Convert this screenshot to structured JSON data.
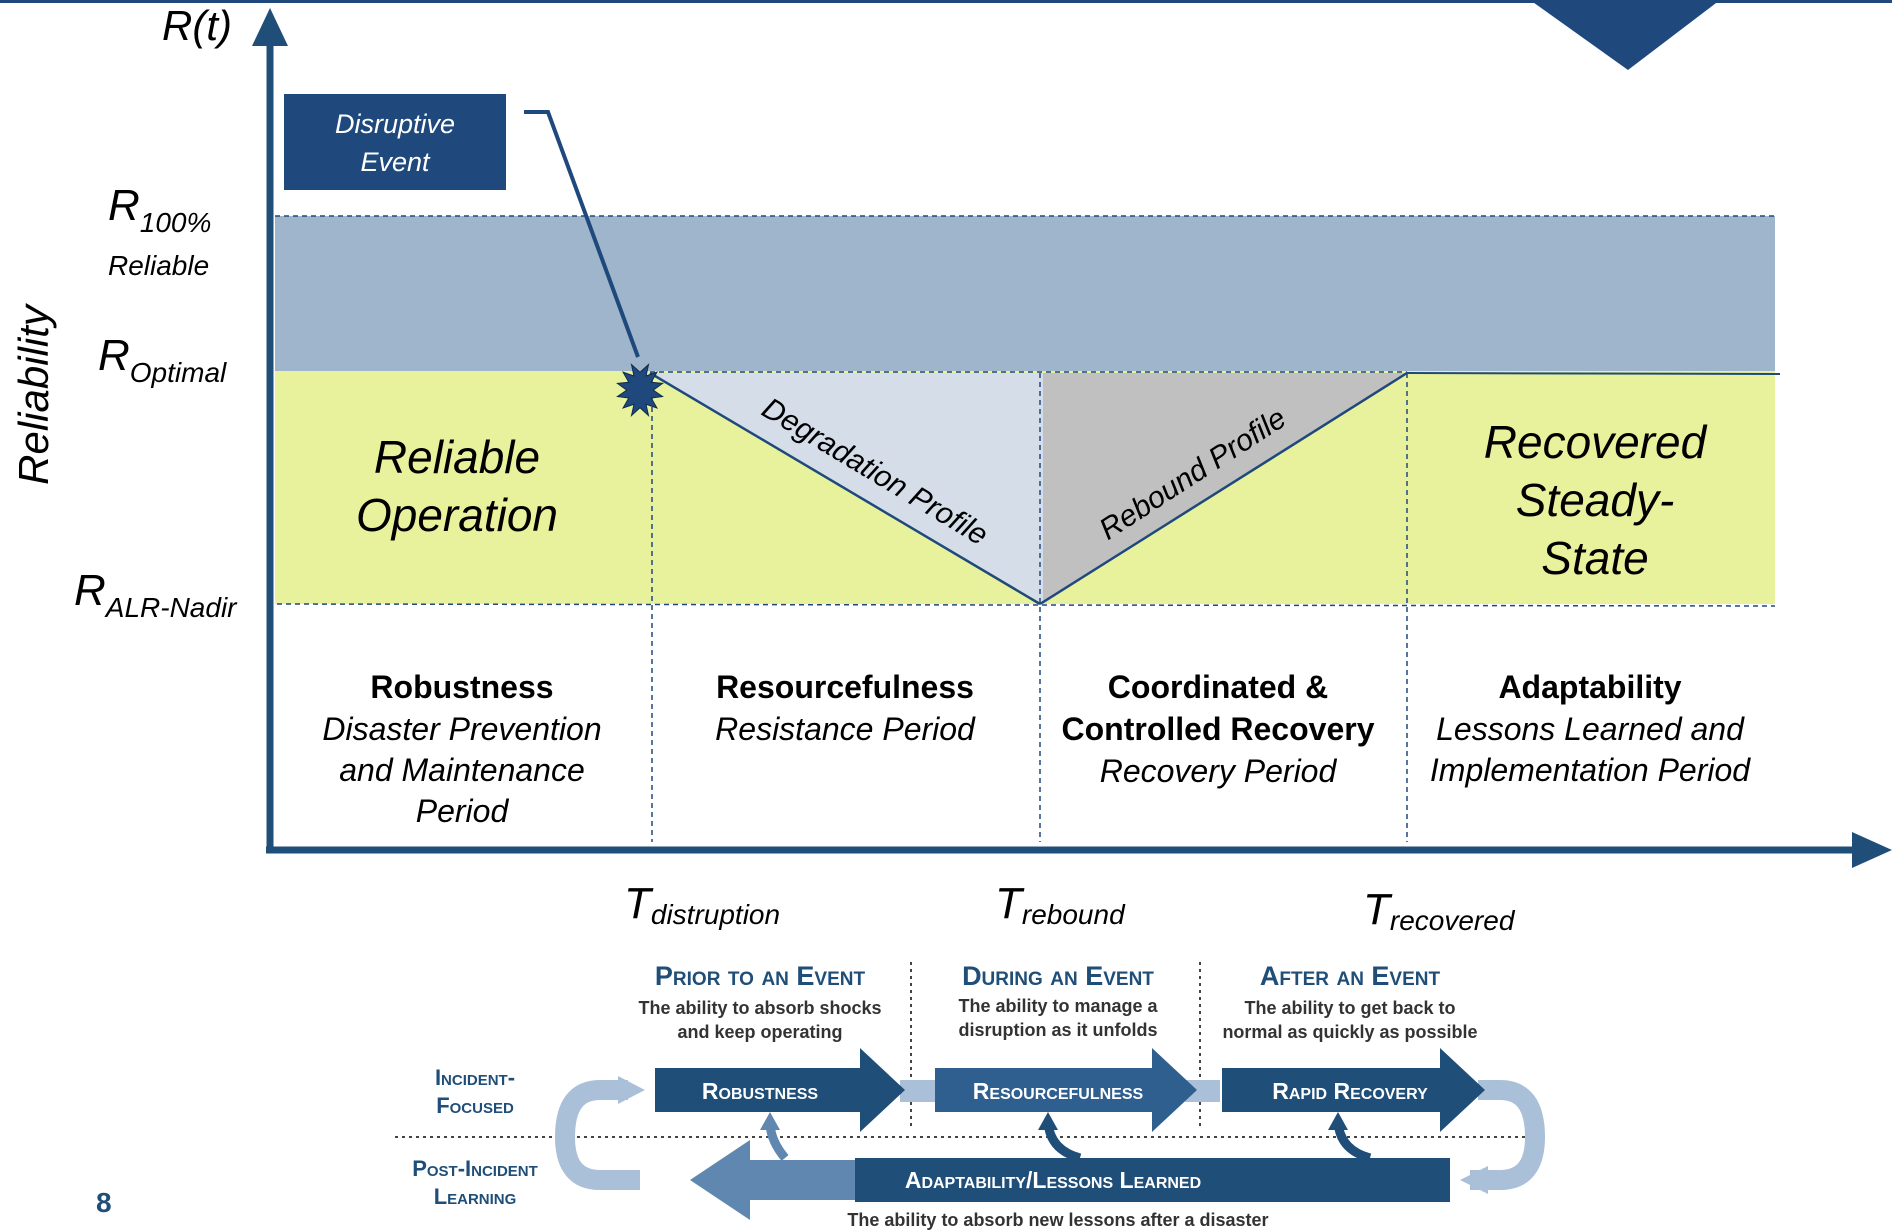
{
  "colors": {
    "axis": "#1f4e79",
    "dark_blue": "#1f497d",
    "band_blue": "#9fb5cb",
    "band_green": "#e8f29c",
    "degradation_fill": "#d4dde8",
    "rebound_fill": "#c0c0c0",
    "page_number": "#1f4e79"
  },
  "axis": {
    "y_title": "R(t)",
    "y_label": "Reliability"
  },
  "callout": {
    "line1": "Disruptive",
    "line2": "Event"
  },
  "levels": {
    "r100_main": "R",
    "r100_sub": "100%",
    "r100_note": "Reliable",
    "optimal_main": "R",
    "optimal_sub": "Optimal",
    "nadir_main": "R",
    "nadir_sub": "ALR-Nadir"
  },
  "regions": {
    "reliable_operation_1": "Reliable",
    "reliable_operation_2": "Operation",
    "degradation": "Degradation Profile",
    "rebound": "Rebound Profile",
    "recovered_1": "Recovered",
    "recovered_2": "Steady-",
    "recovered_3": "State"
  },
  "phases": [
    {
      "title": [
        "Robustness"
      ],
      "subtitle": [
        "Disaster Prevention",
        "and Maintenance",
        "Period"
      ]
    },
    {
      "title": [
        "Resourcefulness"
      ],
      "subtitle": [
        "Resistance Period"
      ]
    },
    {
      "title": [
        "Coordinated &",
        "Controlled Recovery"
      ],
      "subtitle": [
        "Recovery Period"
      ]
    },
    {
      "title": [
        "Adaptability"
      ],
      "subtitle": [
        "Lessons Learned and",
        "Implementation Period"
      ]
    }
  ],
  "time_markers": [
    {
      "main": "T",
      "sub": "distruption"
    },
    {
      "main": "T",
      "sub": "rebound"
    },
    {
      "main": "T",
      "sub": "recovered"
    }
  ],
  "lower_diagram": {
    "headers": [
      {
        "title": "Prior to an Event",
        "desc": [
          "The ability to absorb shocks",
          "and keep operating"
        ]
      },
      {
        "title": "During an Event",
        "desc": [
          "The ability to manage a",
          "disruption as it unfolds"
        ]
      },
      {
        "title": "After an Event",
        "desc": [
          "The ability to get back to",
          "normal as quickly as possible"
        ]
      }
    ],
    "left_labels": {
      "incident_1": "Incident-",
      "incident_2": "Focused",
      "post_1": "Post-Incident",
      "post_2": "Learning"
    },
    "arrows": [
      "Robustness",
      "Resourcefulness",
      "Rapid Recovery"
    ],
    "bottom_arrow": "Adaptability/Lessons Learned",
    "bottom_caption": "The ability to absorb new lessons after a disaster"
  },
  "page_number": "8"
}
